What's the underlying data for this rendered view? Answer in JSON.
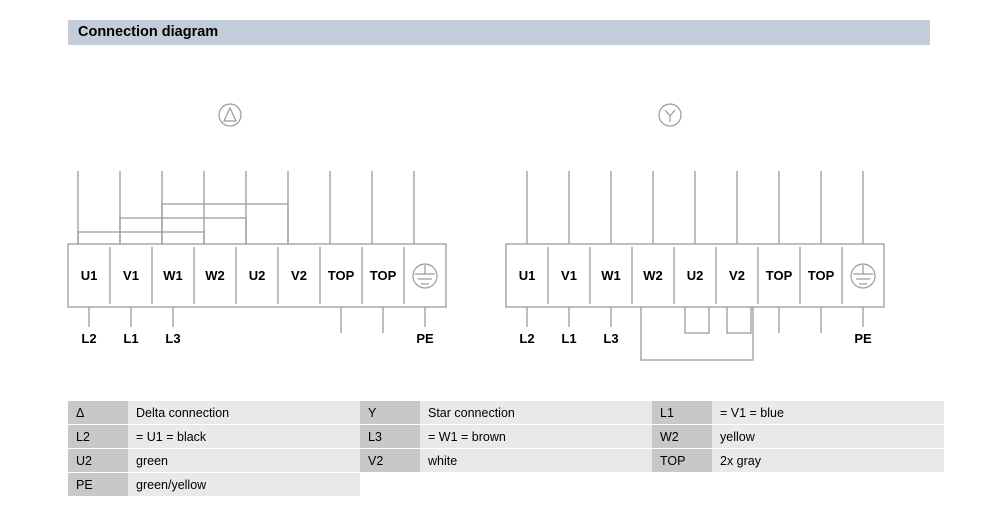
{
  "header": {
    "title": "Connection diagram",
    "bar_color": "#c3cdd9"
  },
  "diagrams": [
    {
      "id": "delta",
      "symbol_name": "delta-symbol",
      "symbol_glyph": "triangle-in-circle",
      "terminals": [
        "U1",
        "V1",
        "W1",
        "W2",
        "U2",
        "V2",
        "TOP",
        "TOP",
        "earth-symbol"
      ],
      "bottom_labels": [
        "L2",
        "L1",
        "L3",
        "",
        "",
        "",
        "",
        "",
        "PE"
      ],
      "bridges": [
        {
          "from": "U1",
          "to": "W2"
        },
        {
          "from": "V1",
          "to": "U2"
        },
        {
          "from": "W1",
          "to": "V2"
        }
      ]
    },
    {
      "id": "star",
      "symbol_name": "star-symbol",
      "symbol_glyph": "wye-in-circle",
      "terminals": [
        "U1",
        "V1",
        "W1",
        "W2",
        "U2",
        "V2",
        "TOP",
        "TOP",
        "earth-symbol"
      ],
      "bottom_labels": [
        "L2",
        "L1",
        "L3",
        "",
        "",
        "",
        "",
        "",
        "PE"
      ],
      "bridges": [
        {
          "from": "U2",
          "to": "U2",
          "style": "short-stub"
        },
        {
          "from": "V2",
          "to": "V2",
          "style": "short-stub"
        },
        {
          "from": "W2",
          "to": "V2",
          "style": "wide-bridge"
        }
      ]
    }
  ],
  "legend": {
    "rows": [
      [
        {
          "key": "Δ",
          "value": "Delta connection"
        },
        {
          "key": "Y",
          "value": "Star connection"
        },
        {
          "key": "L1",
          "value": "= V1 = blue"
        }
      ],
      [
        {
          "key": "L2",
          "value": "= U1 = black"
        },
        {
          "key": "L3",
          "value": "= W1 = brown"
        },
        {
          "key": "W2",
          "value": "yellow"
        }
      ],
      [
        {
          "key": "U2",
          "value": "green"
        },
        {
          "key": "V2",
          "value": "white"
        },
        {
          "key": "TOP",
          "value": "2x gray"
        }
      ],
      [
        {
          "key": "PE",
          "value": "green/yellow"
        }
      ]
    ],
    "key_color": "#c8c8c8",
    "value_color": "#e9e9e9"
  }
}
